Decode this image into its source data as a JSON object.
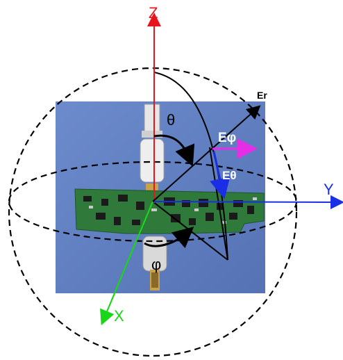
{
  "axes": {
    "z": {
      "label": "Z",
      "color": "#e8141b"
    },
    "y": {
      "label": "Y",
      "color": "#1a2ee6"
    },
    "x": {
      "label": "X",
      "color": "#19d619"
    }
  },
  "vectors": {
    "er": {
      "label": "Er",
      "color": "#000000"
    },
    "ephi": {
      "label": "Eφ",
      "color": "#e62ee6"
    },
    "etheta": {
      "label": "Eθ",
      "color": "#1a2ee6"
    }
  },
  "angles": {
    "theta": {
      "label": "θ"
    },
    "phi": {
      "label": "φ"
    }
  },
  "photo": {
    "description_icon": "pcb-board-with-coax-connectors",
    "background_color": "#5f7fc0",
    "board_color": "#2f7a3a"
  },
  "sphere": {
    "style": "dashed",
    "color": "#000000"
  }
}
